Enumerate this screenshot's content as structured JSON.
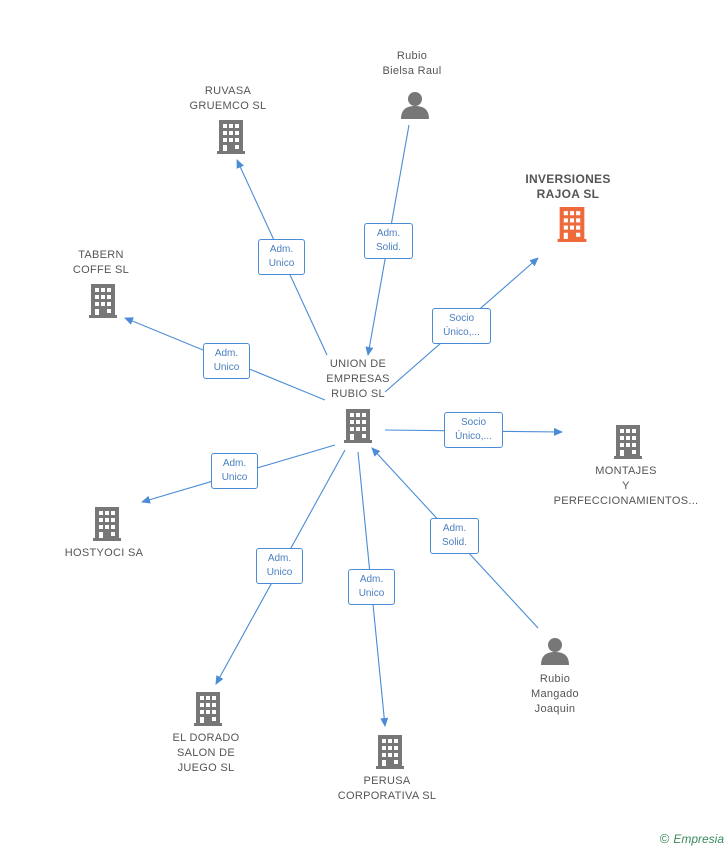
{
  "colors": {
    "edge": "#4a8cd6",
    "node_building": "#777777",
    "node_highlight": "#ee6a3a",
    "node_person": "#777777"
  },
  "nodes": {
    "center": {
      "label": "UNION DE\nEMPRESAS\nRUBIO SL",
      "icon": "building-icon"
    },
    "ruvasa": {
      "label": "RUVASA\nGRUEMCO SL",
      "icon": "building-icon"
    },
    "rubio_raul": {
      "label": "Rubio\nBielsa Raul",
      "icon": "person-icon"
    },
    "inversiones": {
      "label": "INVERSIONES\nRAJOA SL",
      "icon": "building-icon"
    },
    "tabern": {
      "label": "TABERN\nCOFFE SL",
      "icon": "building-icon"
    },
    "montajes": {
      "label": "MONTAJES\nY\nPERFECCIONAMIENTOS...",
      "icon": "building-icon"
    },
    "hostyoci": {
      "label": "HOSTYOCI SA",
      "icon": "building-icon"
    },
    "rubio_joaquin": {
      "label": "Rubio\nMangado\nJoaquin",
      "icon": "person-icon"
    },
    "eldorado": {
      "label": "EL DORADO\nSALON DE\nJUEGO SL",
      "icon": "building-icon"
    },
    "perusa": {
      "label": "PERUSA\nCORPORATIVA SL",
      "icon": "building-icon"
    }
  },
  "edges": {
    "ruvasa": "Adm.\nUnico",
    "rubio_raul": "Adm.\nSolid.",
    "inversiones": "Socio\nÚnico,...",
    "tabern": "Adm.\nUnico",
    "montajes": "Socio\nÚnico,...",
    "hostyoci": "Adm.\nUnico",
    "rubio_joaquin": "Adm.\nSolid.",
    "eldorado": "Adm.\nUnico",
    "perusa": "Adm.\nUnico"
  },
  "footer": {
    "copyright": "©",
    "brand": "Empresia"
  }
}
